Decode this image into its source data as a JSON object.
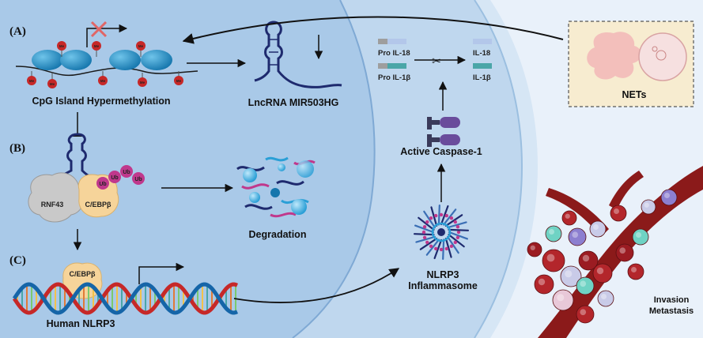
{
  "panels": {
    "a": "(A)",
    "b": "(B)",
    "c": "(C)"
  },
  "labels": {
    "cpg": "CpG Island Hypermethylation",
    "lncrna": "LncRNA  MIR503HG",
    "degradation": "Degradation",
    "rnf43": "RNF43",
    "cebpb_b": "C/EBPβ",
    "cebpb_c": "C/EBPβ",
    "human_nlrp3": "Human NLRP3",
    "pro_il18": "Pro IL-18",
    "pro_il1b": "Pro IL-1β",
    "il18": "IL-18",
    "il1b": "IL-1β",
    "caspase": "Active Caspase-1",
    "nlrp3_line1": "NLRP3",
    "nlrp3_line2": "Inflammasome",
    "nets": "NETs",
    "invasion_line1": "Invasion",
    "invasion_line2": "Metastasis",
    "ub": "Ub",
    "me": "Me"
  },
  "icons": {
    "scissors": "✂",
    "blocked": "x-mark"
  },
  "colors": {
    "cell_bg": "#bfd7ee",
    "nucleus_bg": "#a9c9e8",
    "outer_bg": "#e9f1fa",
    "nucleosome": "#1f8fc4",
    "methyl": "#c62828",
    "ubiquitin": "#c0388c",
    "caspase": "#6a4c9c",
    "dna_red": "#c62828",
    "dna_blue": "#1565a8",
    "nets_bg": "#f7ecd0",
    "vessel": "#8b1a1a"
  }
}
